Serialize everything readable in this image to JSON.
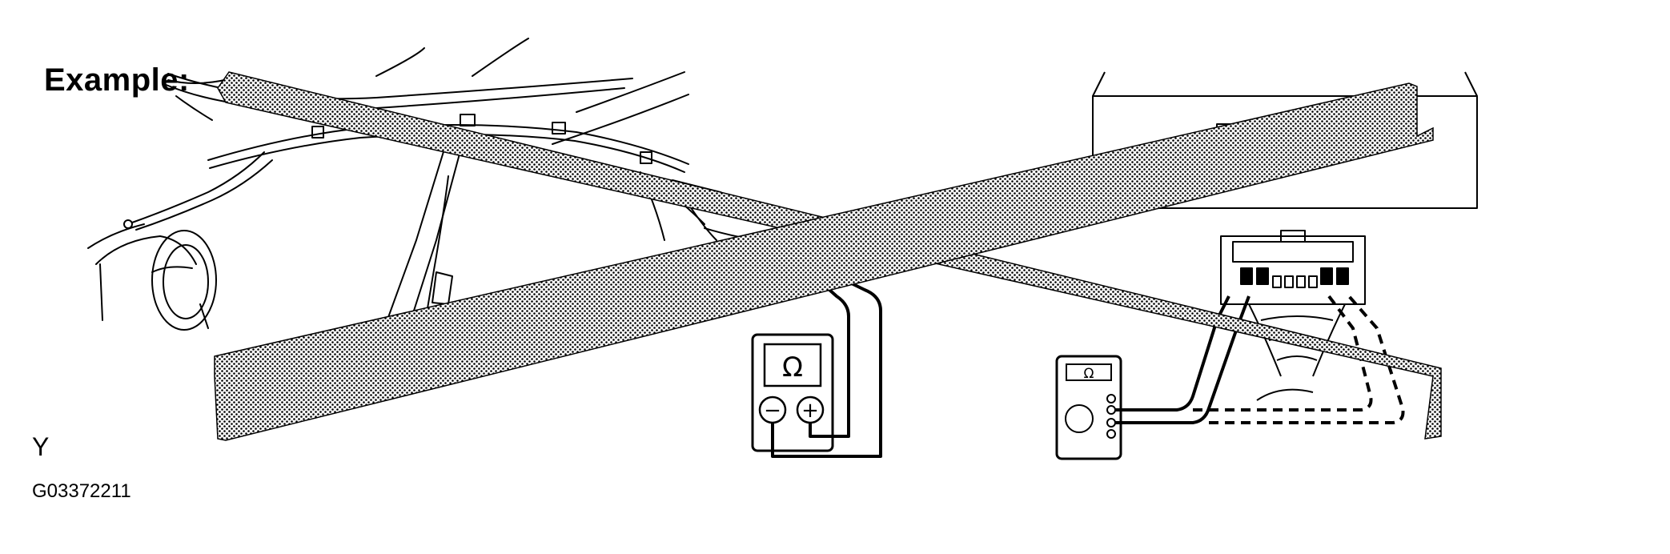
{
  "figure": {
    "heading": "Example:",
    "side_mark": "Y",
    "figure_code": "G03372211"
  },
  "meters": {
    "left": {
      "symbol": "Ω",
      "minus": "−",
      "plus": "+"
    },
    "right": {
      "symbol": "Ω"
    }
  }
}
